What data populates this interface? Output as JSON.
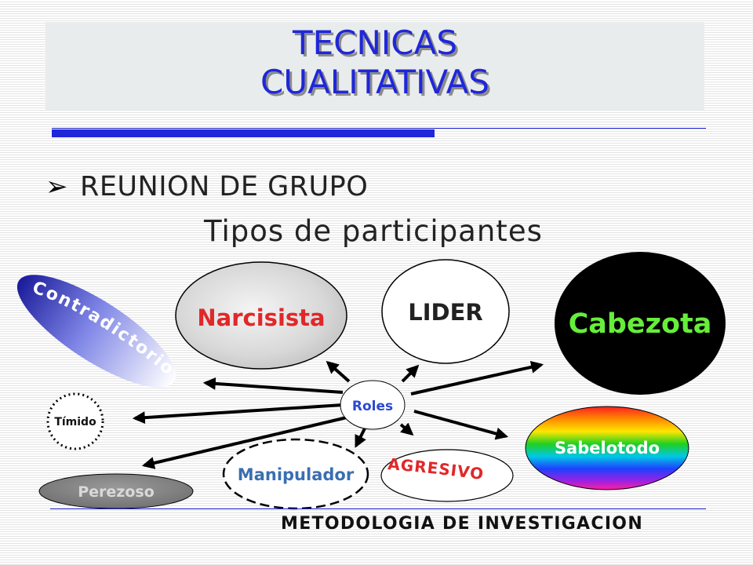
{
  "title": "TECNICAS\nCUALITATIVAS",
  "bullet_icon": "arrowhead-bullet-icon",
  "section": "REUNION DE GRUPO",
  "subtitle": "Tipos de participantes",
  "center": "Roles",
  "participants": {
    "contradictorio": "Contradictorio",
    "narcisista": "Narcisista",
    "lider": "LIDER",
    "cabezota": "Cabezota",
    "timido": "Tímido",
    "sabelotodo": "Sabelotodo",
    "perezoso": "Perezoso",
    "manipulador": "Manipulador",
    "agresivo": "AGRESIVO"
  },
  "footer": "METODOLOGIA DE INVESTIGACION",
  "colors": {
    "title": "#1f27d8",
    "roles": "#2a4ad0",
    "narcisista": "#e0282a",
    "cabezota": "#66ee3a",
    "agresivo": "#e0282a",
    "manipulador": "#3a6fb0"
  }
}
